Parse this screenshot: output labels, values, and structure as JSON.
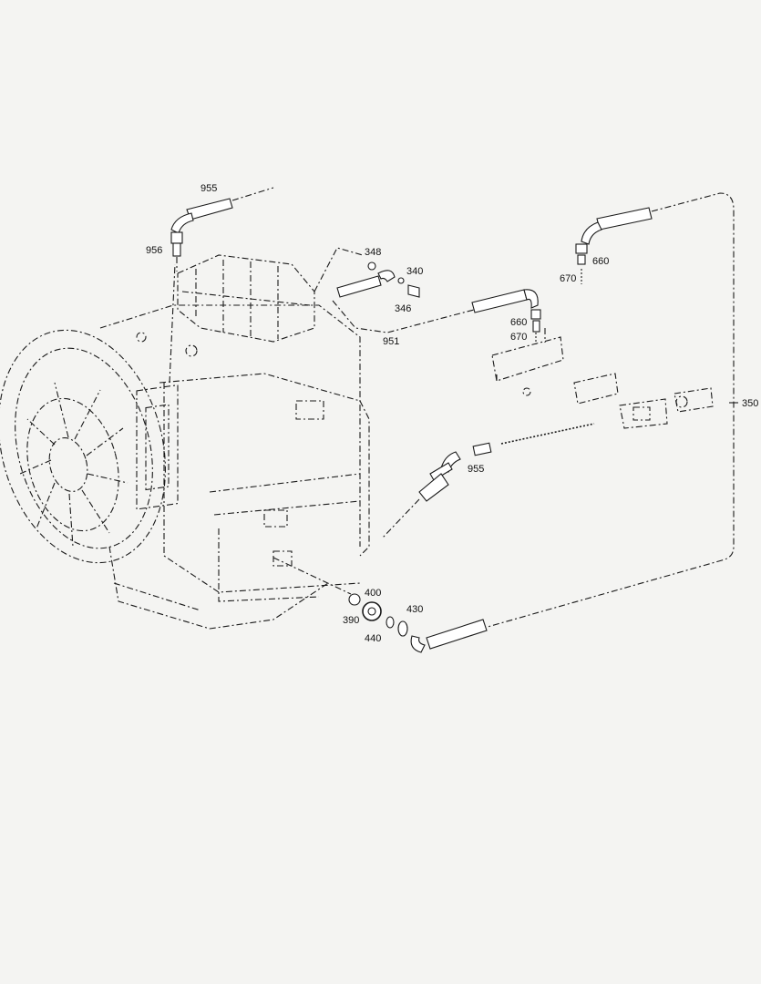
{
  "callouts": {
    "c955_top": "955",
    "c956": "956",
    "c348": "348",
    "c340": "340",
    "c346": "346",
    "c951": "951",
    "c660_top": "660",
    "c670_top": "670",
    "c660_mid": "660",
    "c670_mid": "670",
    "c350": "350",
    "c955_mid": "955",
    "c400": "400",
    "c390": "390",
    "c430": "430",
    "c440": "440"
  }
}
